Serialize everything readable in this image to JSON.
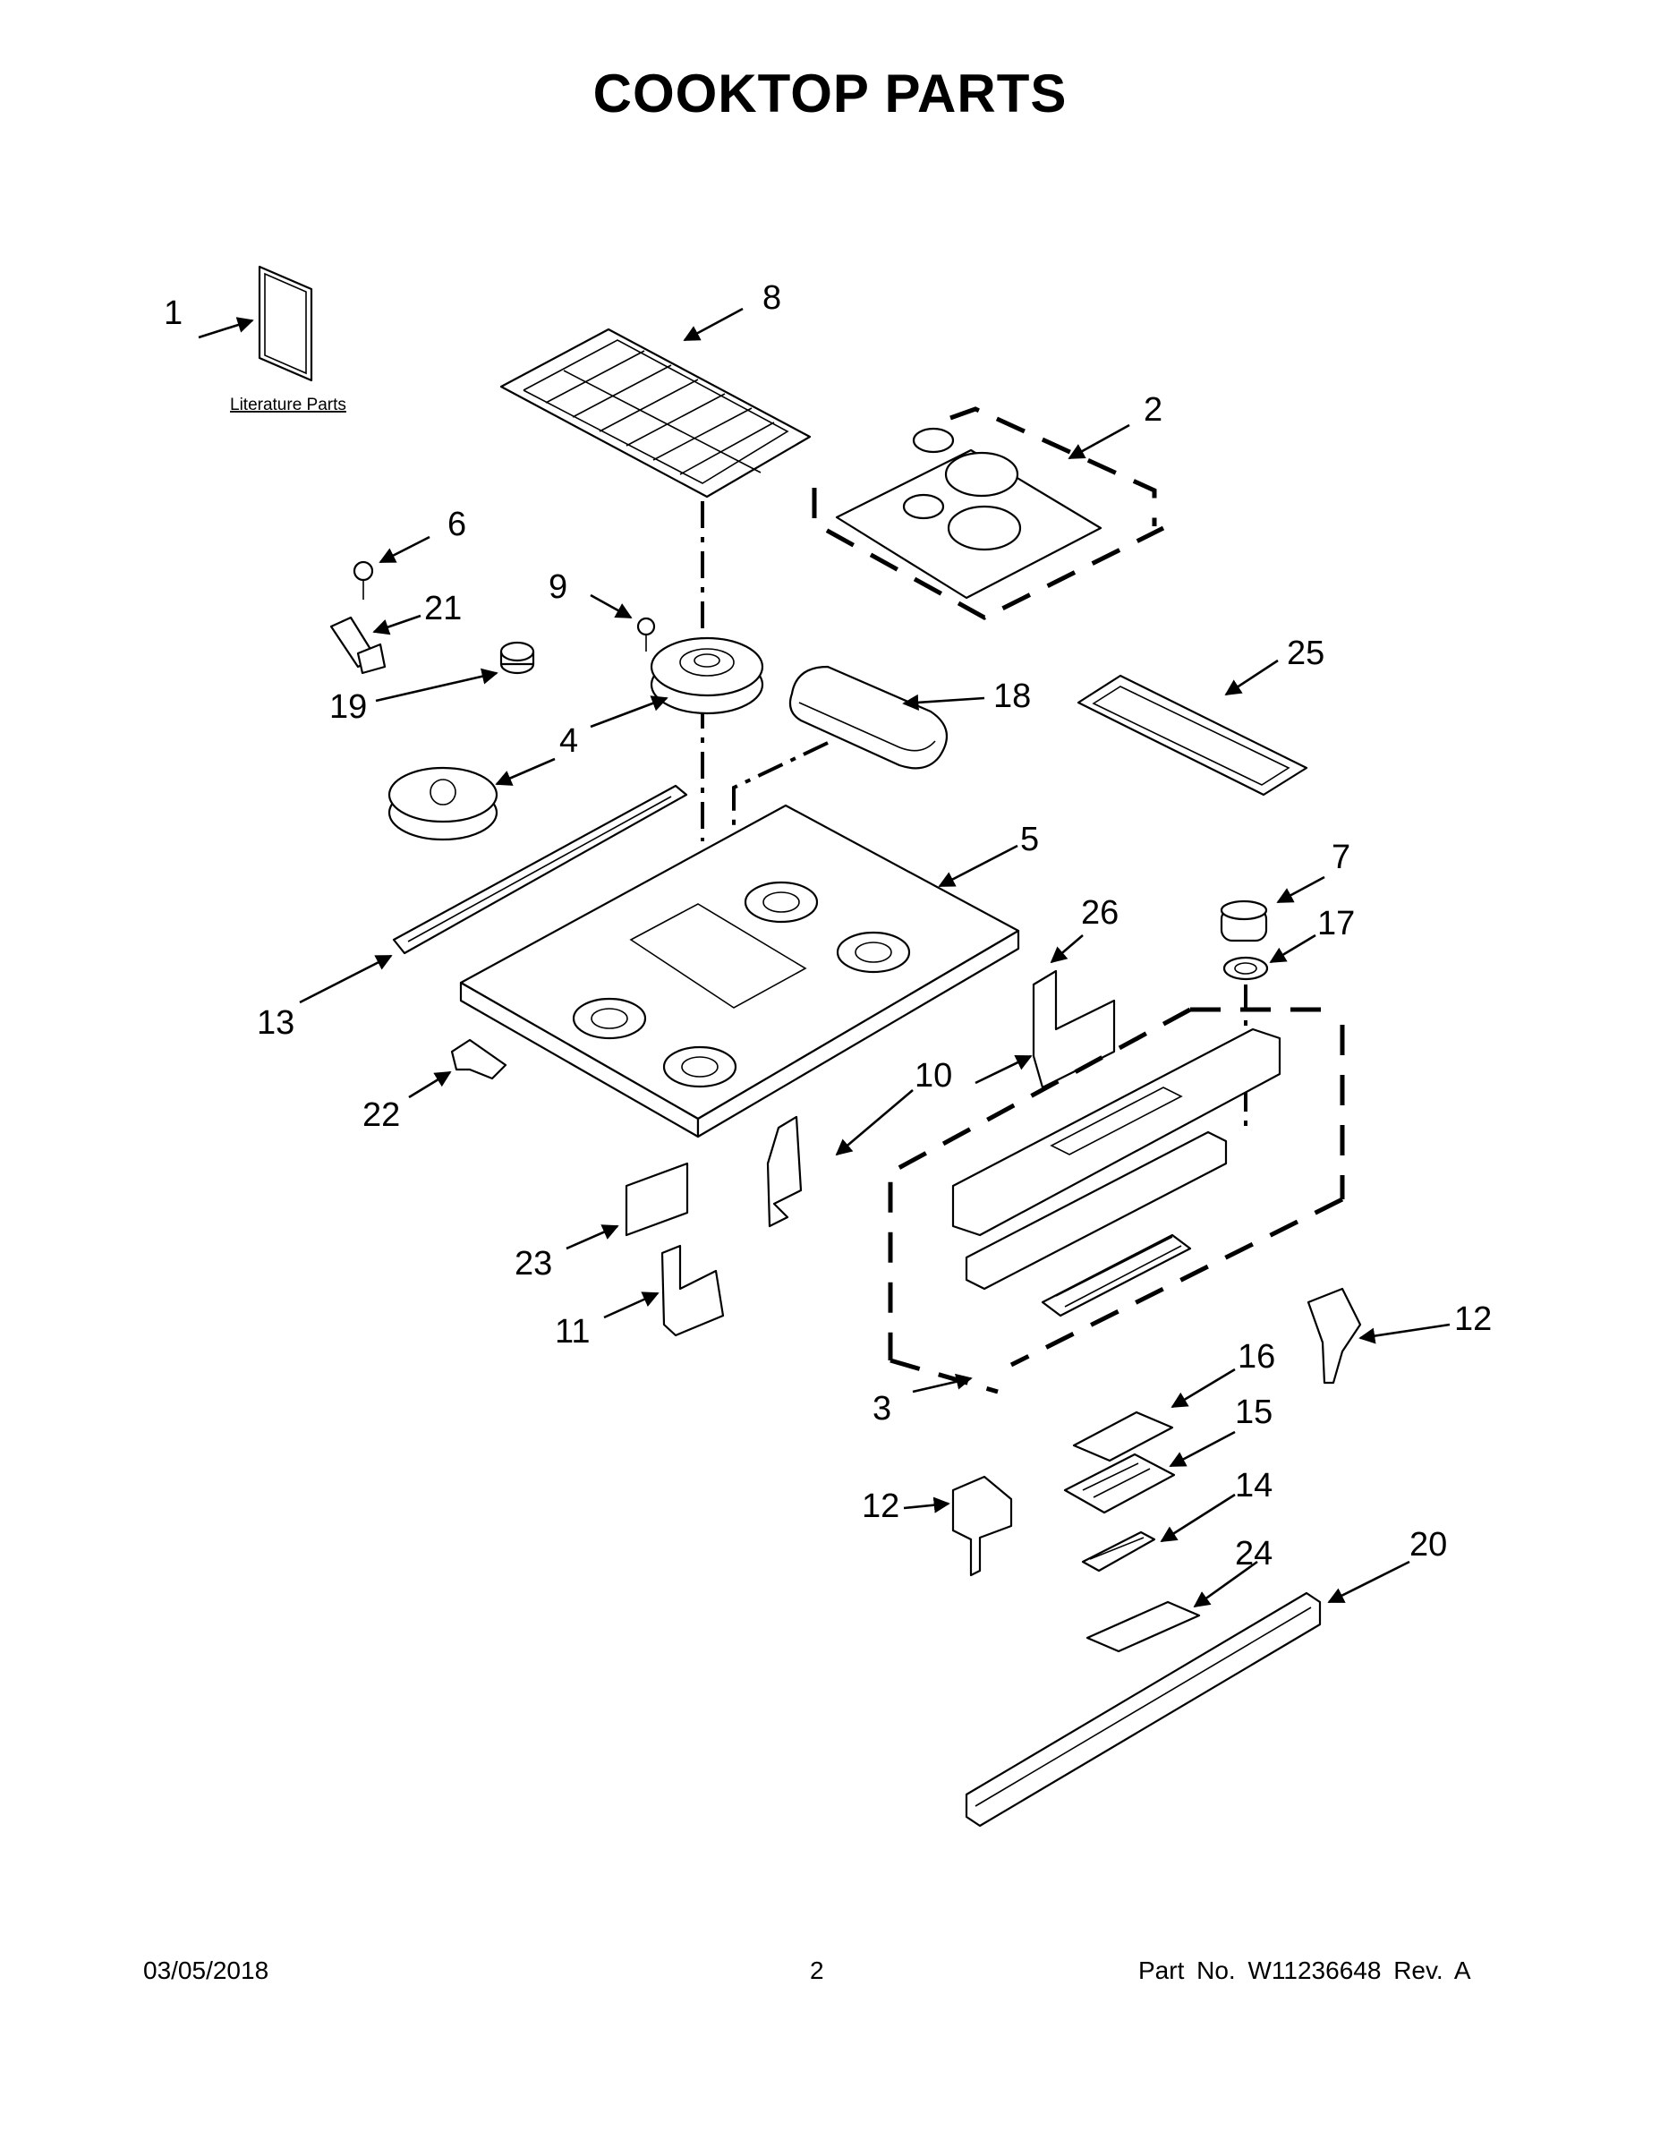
{
  "title": "COOKTOP PARTS",
  "literature_label": "Literature Parts",
  "callouts": {
    "c1": "1",
    "c2": "2",
    "c3": "3",
    "c4": "4",
    "c5": "5",
    "c6": "6",
    "c7": "7",
    "c8": "8",
    "c9": "9",
    "c10a": "10",
    "c10b": "10",
    "c11": "11",
    "c12a": "12",
    "c12b": "12",
    "c13": "13",
    "c14": "14",
    "c15": "15",
    "c16": "16",
    "c17": "17",
    "c18": "18",
    "c19": "19",
    "c20": "20",
    "c21": "21",
    "c22": "22",
    "c23": "23",
    "c24": "24",
    "c25": "25",
    "c26": "26"
  },
  "footer": {
    "date": "03/05/2018",
    "page": "2",
    "part": "Part No.  W11236648  Rev.  A"
  }
}
